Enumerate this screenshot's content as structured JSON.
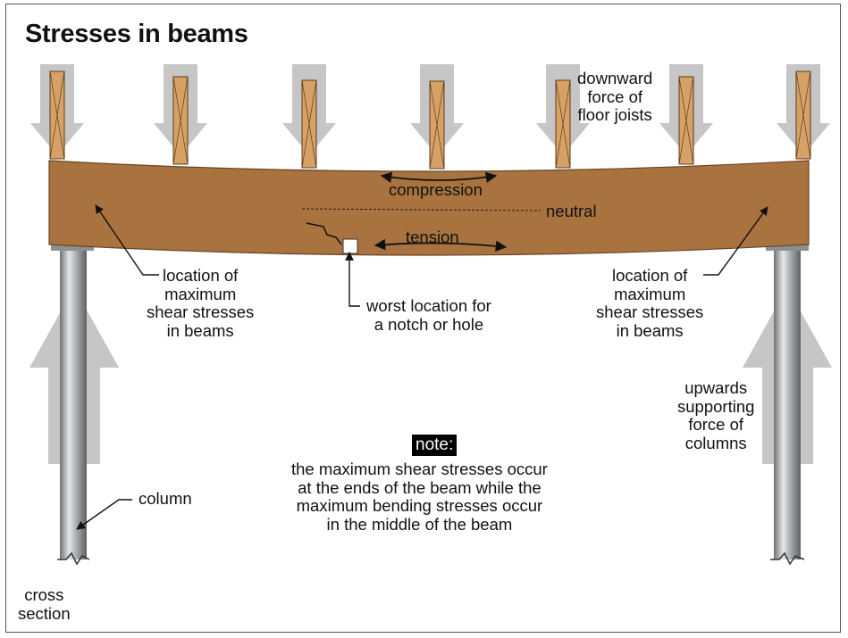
{
  "title": "Stresses in beams",
  "labels": {
    "downward_force": [
      "downward",
      "force of",
      "floor joists"
    ],
    "compression": "compression",
    "neutral": "neutral",
    "tension": "tension",
    "shear_left": [
      "location of",
      "maximum",
      "shear stresses",
      "in beams"
    ],
    "shear_right": [
      "location of",
      "maximum",
      "shear stresses",
      "in beams"
    ],
    "notch": [
      "worst location for",
      "a notch or hole"
    ],
    "upward_force": [
      "upwards",
      "supporting",
      "force of",
      "columns"
    ],
    "column": "column",
    "cross_section": [
      "cross",
      "section"
    ],
    "note_title": "note:",
    "note_body": [
      "the maximum shear stresses occur",
      "at the ends of the beam while the",
      "maximum bending stresses occur",
      "in the middle of the beam"
    ]
  },
  "colors": {
    "beam": "#a8733f",
    "joist": "#d6a165",
    "arrow": "#c6c6c6",
    "column": "#a9acaf",
    "text": "#111111"
  }
}
